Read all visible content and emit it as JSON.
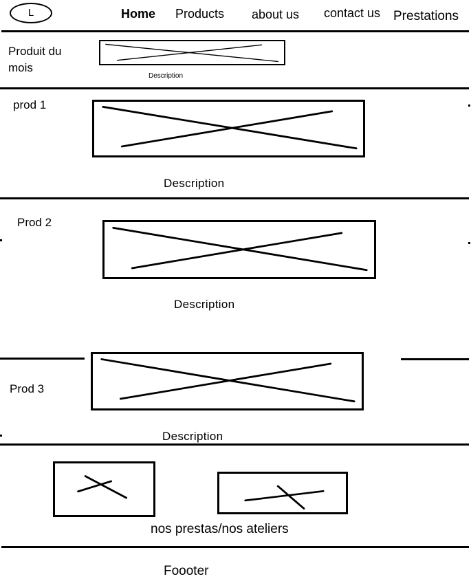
{
  "header": {
    "logo_letter": "L",
    "nav": [
      "Home",
      "Products",
      "about us",
      "contact us",
      "Prestations"
    ]
  },
  "product_of_month": {
    "title_line1": "Produit du",
    "title_line2": "mois",
    "description": "Description"
  },
  "products": [
    {
      "name": "prod 1",
      "description": "Description"
    },
    {
      "name": "Prod 2",
      "description": "Description"
    },
    {
      "name": "Prod 3",
      "description": "Description"
    }
  ],
  "prestations": {
    "caption": "nos prestas/nos ateliers"
  },
  "footer": {
    "text": "Foooter"
  }
}
